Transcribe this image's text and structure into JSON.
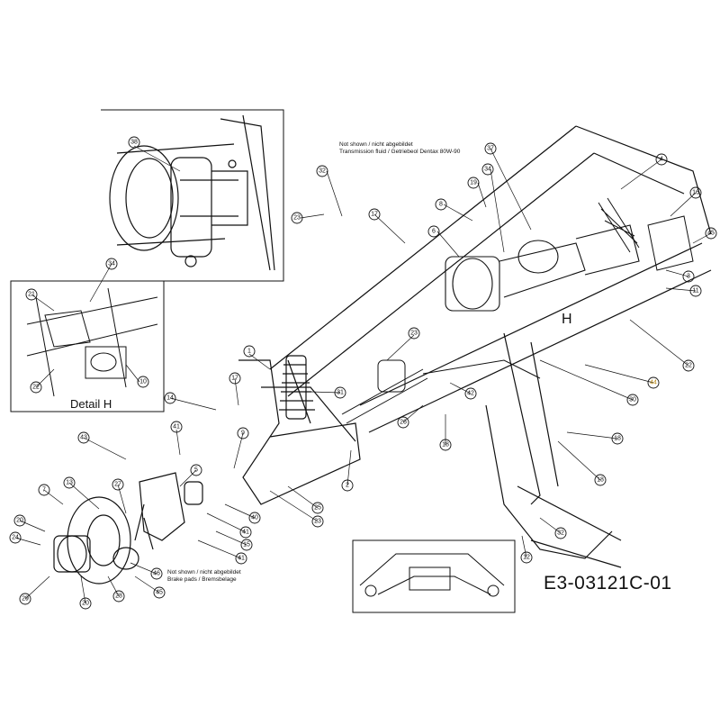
{
  "drawing_code": "E3-03121C-01",
  "detail_label": "Detail H",
  "detail_marker": "H",
  "notes": {
    "transmission_line1": "Not shown / nicht abgebildet",
    "transmission_line2": "Transmission fluid / Getriebeol   Dentax 80W-90",
    "brake_line1": "Not shown / nicht abgebildet",
    "brake_line2": "Brake pads / Bremsbelage"
  },
  "callouts": {
    "c38": "38",
    "c34a": "34",
    "c21": "21",
    "c22a": "22",
    "c10": "10",
    "c23a": "23",
    "c32": "32",
    "c17a": "17",
    "c19a": "19",
    "c8": "8",
    "c6": "6",
    "c37": "37",
    "c34b": "34",
    "c4": "4",
    "c16": "16",
    "c45": "45",
    "c3": "3",
    "c11": "11",
    "c22b": "22",
    "c44": "44",
    "c30": "30",
    "c1": "1",
    "c17b": "17",
    "c31": "31",
    "c14": "14",
    "c23b": "23",
    "c42": "42",
    "c26": "26",
    "c18a": "18",
    "c18b": "18",
    "c18c": "18",
    "c41a": "41",
    "c43": "43",
    "c5": "5",
    "c2": "2",
    "c13": "13",
    "c27": "27",
    "c9": "9",
    "c7": "7",
    "c25": "25",
    "c23c": "23",
    "c40": "40",
    "c41b": "41",
    "c15": "15",
    "c41c": "41",
    "c20a": "20",
    "c24": "24",
    "c46": "46",
    "c45b": "45",
    "c28": "28",
    "c20b": "20",
    "c29": "29",
    "c32b": "32",
    "c12": "12"
  }
}
